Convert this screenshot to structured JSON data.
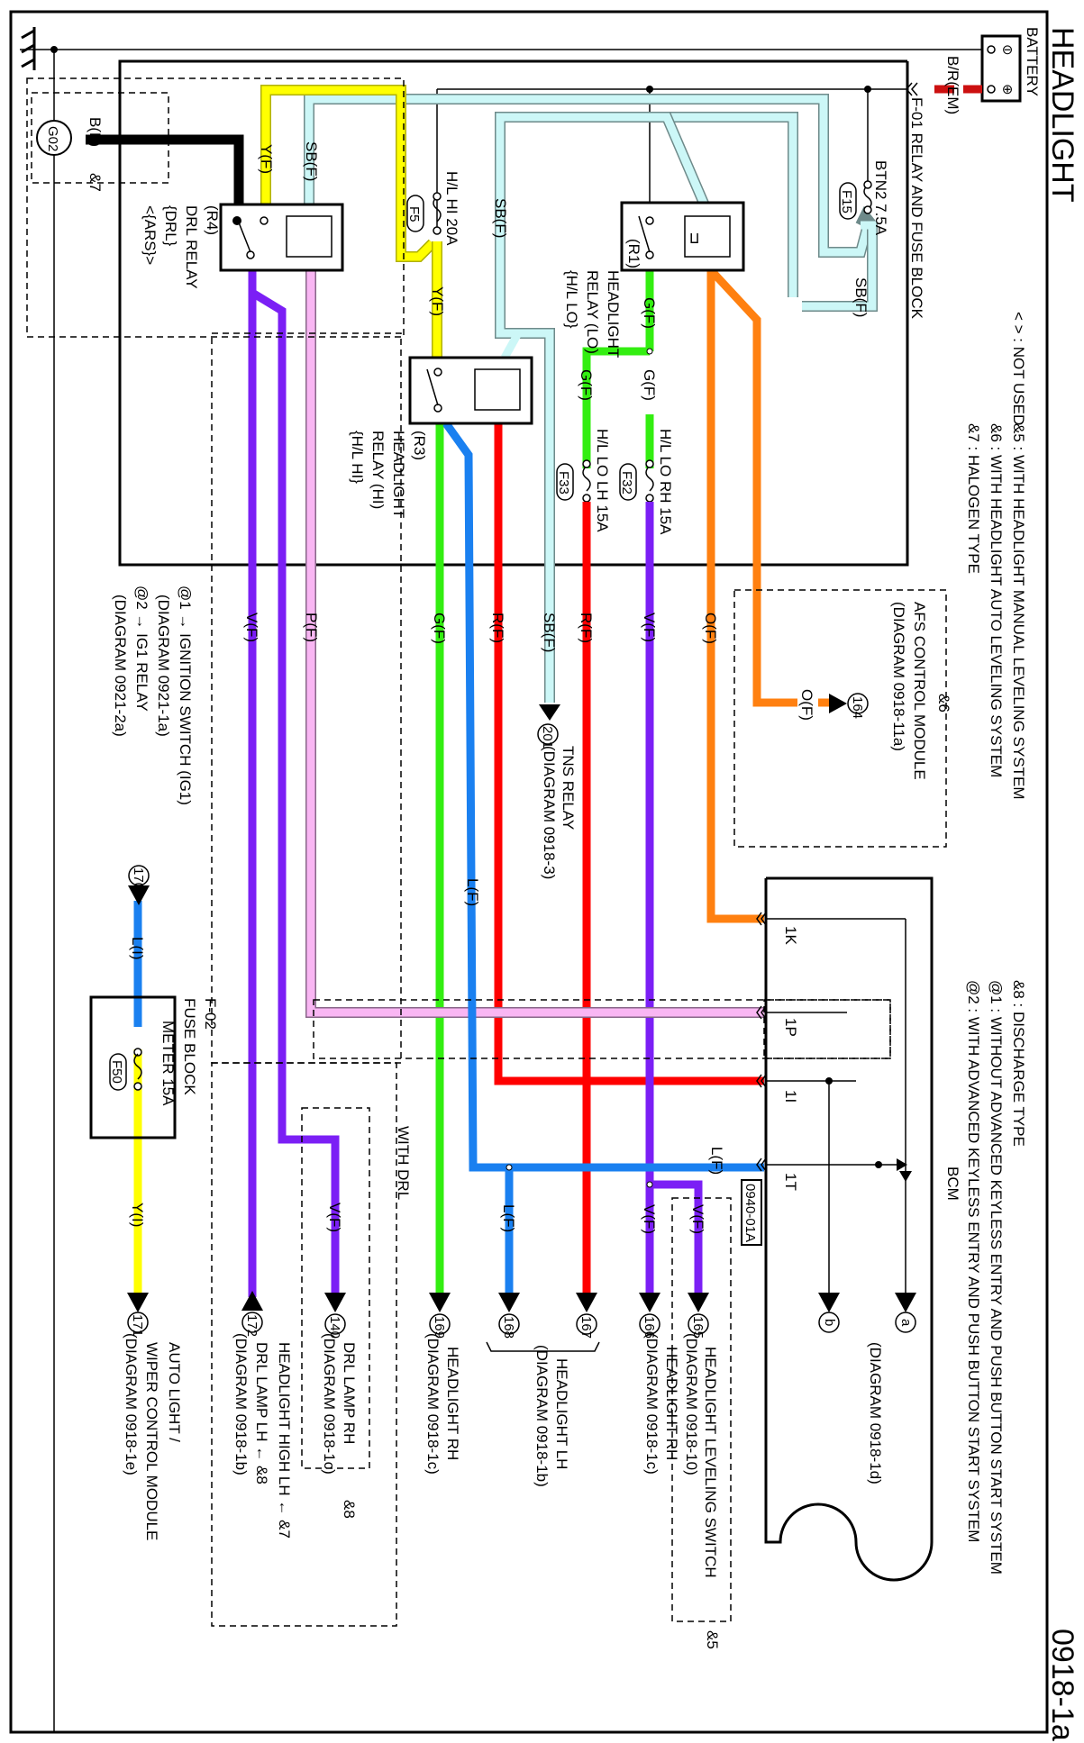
{
  "page": {
    "title": "HEADLIGHT",
    "diagram_number": "0918-1a"
  },
  "colors": {
    "Y": "#ffff00",
    "SB": "#ccf7f7",
    "B": "#000000",
    "V": "#7b1ff5",
    "P": "#f9b6f3",
    "G": "#33ee11",
    "R": "#ff0000",
    "L": "#1a80f0",
    "O": "#ff8010",
    "BR": "#cc1010"
  },
  "battery": {
    "label": "BATTERY",
    "neg": "⊖",
    "pos": "⊕",
    "wire": "B/R(EM)"
  },
  "legend": {
    "left": [
      "< > : NOT USED",
      "&5 : WITH HEADLIGHT MANUAL LEVELING SYSTEM",
      "&6 : WITH HEADLIGHT AUTO LEVELING SYSTEM",
      "&7 : HALOGEN TYPE"
    ],
    "right": [
      "&8 : DISCHARGE TYPE",
      "@1 : WITHOUT ADVANCED KEYLESS ENTRY AND PUSH BUTTON START SYSTEM",
      "@2 : WITH ADVANCED KEYLESS ENTRY AND PUSH BUTTON START SYSTEM"
    ]
  },
  "relay_block": {
    "label": "F-01  RELAY AND FUSE BLOCK",
    "fuses": [
      {
        "id": "F15",
        "label": "BTN2 7.5A"
      },
      {
        "id": "F5",
        "label": "H/L HI 20A"
      },
      {
        "id": "F32",
        "label": "H/L LO RH 15A"
      },
      {
        "id": "F33",
        "label": "H/L LO LH 15A"
      }
    ],
    "relays": [
      {
        "id": "(R1)",
        "lines": [
          "HEADLIGHT",
          "RELAY (LO)",
          "{H/L LO}"
        ]
      },
      {
        "id": "(R3)",
        "lines": [
          "HEADLIGHT",
          "RELAY (HI)",
          "{H/L HI}"
        ]
      },
      {
        "id": "(R4)",
        "lines": [
          "DRL RELAY",
          "{DRL}",
          "<{ARS}>"
        ]
      }
    ]
  },
  "ground": {
    "id": "G02",
    "wire": "B(F)",
    "cond": "&7"
  },
  "wires": {
    "yf": "Y(F)",
    "sbf": "SB(F)",
    "gf": "G(F)",
    "rf": "R(F)",
    "vf": "V(F)",
    "of": "O(F)",
    "lf": "L(F)",
    "pf": "P(F)",
    "li": "L(I)",
    "yi": "Y(I)"
  },
  "afs": {
    "cond": "&6",
    "connector": "164",
    "lines": [
      "AFS CONTROL MODULE",
      "(DIAGRAM  0918-11a)"
    ]
  },
  "tns": {
    "connector": "201",
    "lines": [
      "TNS RELAY",
      "(DIAGRAM 0918-3)"
    ]
  },
  "ign": {
    "lines": [
      "@1 → IGNITION SWITCH (IG1)",
      "(DIAGRAM  0921-1a)",
      "@2 → IG1 RELAY",
      "(DIAGRAM  0921-2a)"
    ],
    "connector": "170"
  },
  "fuse_block2": {
    "label1": "F-02",
    "label2": "FUSE BLOCK",
    "fuse_id": "F50",
    "fuse_label": "METER 15A"
  },
  "bcm": {
    "label": "BCM",
    "pins": [
      "1K",
      "1P",
      "1I",
      "1T"
    ],
    "connector": "0940-01A",
    "refs": [
      "a",
      "b"
    ],
    "ref_diagram": "(DIAGRAM  0918-1d)"
  },
  "with_drl": "WITH DRL",
  "destinations": [
    {
      "connector": "165",
      "lines": [
        "HEADLIGHT LEVELING SWITCH",
        "(DIAGRAM 0918-10)"
      ],
      "cond": "&5"
    },
    {
      "connector": "166",
      "lines": [
        "HEADLIGHT RH",
        "(DIAGRAM  0918-1c)"
      ]
    },
    {
      "connector": "167",
      "lines": [
        "HEADLIGHT LH",
        "(DIAGRAM  0918-1b)"
      ]
    },
    {
      "connector": "168",
      "lines": []
    },
    {
      "connector": "169",
      "lines": [
        "HEADLIGHT RH",
        "(DIAGRAM  0918-1c)"
      ]
    },
    {
      "connector": "140",
      "lines": [
        "DRL LAMP RH",
        "(DIAGRAM 0918-1c)"
      ],
      "cond": "&8"
    },
    {
      "connector": "172",
      "lines": [
        "HEADLIGHT HIGH LH ← &7",
        "DRL LAMP LH ← &8",
        "(DIAGRAM  0918-1b)"
      ]
    },
    {
      "connector": "171",
      "lines": [
        "AUTO LIGHT /",
        "WIPER CONTROL MODULE",
        "(DIAGRAM  0918-1e)"
      ]
    }
  ]
}
